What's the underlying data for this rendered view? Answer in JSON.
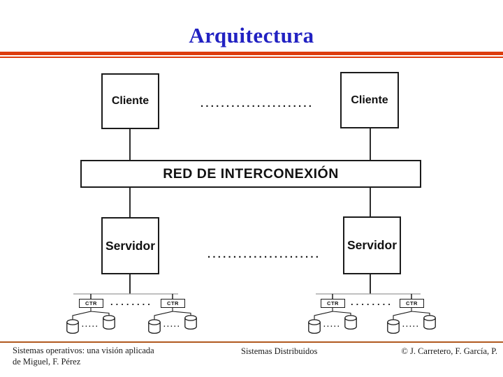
{
  "slide": {
    "title": "Arquitectura",
    "title_color": "#2222c2",
    "accent_color": "#dd3c0e",
    "footer_rule_color": "#b0591f"
  },
  "diagram": {
    "client_label": "Cliente",
    "network_label": "RED DE INTERCONEXIÓN",
    "server_label": "Servidor",
    "ctr_label": "CTR",
    "dots_wide": "......................",
    "dots_ctr": "........",
    "dots_disk": "....."
  },
  "footer": {
    "left_line1": "Sistemas operativos: una visión aplicada",
    "left_line2": "de Miguel, F. Pérez",
    "center": "Sistemas Distribuidos",
    "right": "© J. Carretero, F. García, P."
  }
}
